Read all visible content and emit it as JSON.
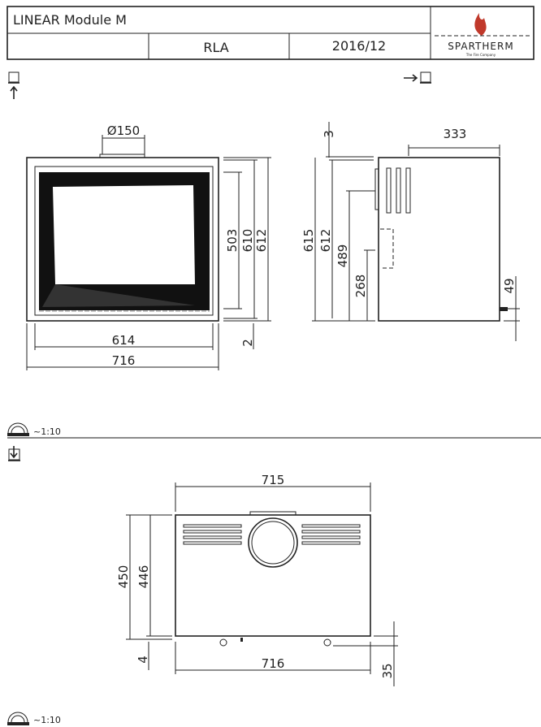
{
  "header": {
    "title": "LINEAR Module M",
    "code": "RLA",
    "date": "2016/12",
    "logo": {
      "brand": "SPARTHERM",
      "tagline": "The Fire Company",
      "flame_color": "#c0392b"
    }
  },
  "front_view": {
    "flue_diameter": "Ø150",
    "width_inner": "614",
    "width_outer": "716",
    "h_glass": "503",
    "h_610": "610",
    "h_612": "612",
    "bottom_offset": "2"
  },
  "side_view": {
    "top_offset": "3",
    "depth": "333",
    "h_615": "615",
    "h_612": "612",
    "h_489": "489",
    "h_268": "268",
    "foot": "49"
  },
  "top_view": {
    "width_top": "715",
    "width_bottom": "716",
    "depth_450": "450",
    "depth_446": "446",
    "offset_4": "4",
    "offset_35": "35"
  },
  "scale": {
    "top": "~1:10",
    "bottom": "~1:10"
  }
}
